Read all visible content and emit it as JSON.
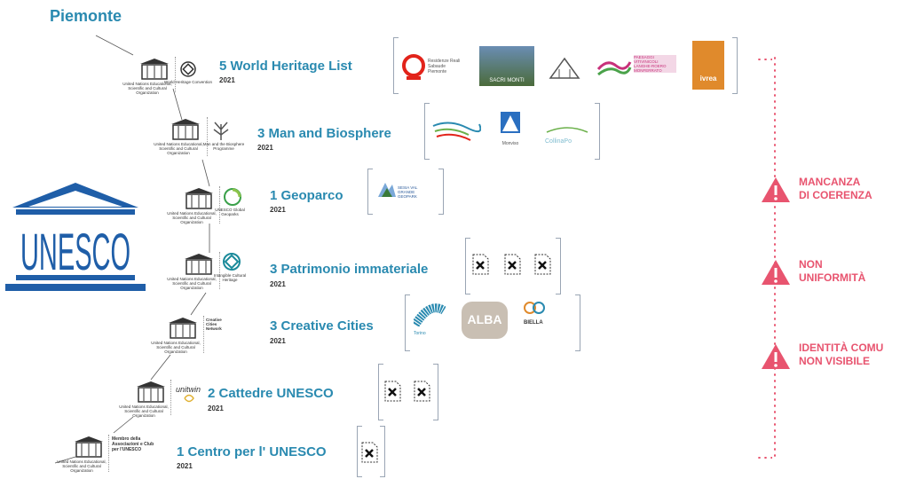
{
  "region": "Piemonte",
  "big_logo_text": "UNESCO",
  "org_caption": "United Nations Educational, Scientific and Cultural Organization",
  "categories": [
    {
      "title": "5 World Heritage List",
      "year": "2021",
      "sub": "World Heritage Convention"
    },
    {
      "title": "3 Man and Biosphere",
      "year": "2021",
      "sub": "Man and the Biosphere Programme"
    },
    {
      "title": "1 Geoparco",
      "year": "2021",
      "sub": "UNESCO Global Geoparks"
    },
    {
      "title": "3 Patrimonio immateriale",
      "year": "2021",
      "sub": "Intangible Cultural Heritage"
    },
    {
      "title": "3 Creative Cities",
      "year": "2021",
      "sub": "Creative Cities Network"
    },
    {
      "title": "2 Cattedre UNESCO",
      "year": "2021",
      "sub": "unitwin"
    },
    {
      "title": "1 Centro per l' UNESCO",
      "year": "2021",
      "sub": "Membro della Associazioni e Club per l'UNESCO"
    }
  ],
  "logo_labels": {
    "whl": [
      "Residenze Reali Sabaude Piemonte",
      "SACRI MONTI",
      "",
      "PAESAGGI VITIVINICOLI LANGHE-ROERO MONFERRATO",
      "ivrea"
    ],
    "mab": [
      "",
      "Monviso",
      "CollinaPo"
    ],
    "geo": [
      "SESIA VAL GRANDE GEOPARK"
    ],
    "cc": [
      "Torino",
      "ALBA",
      "BIELLA"
    ]
  },
  "warnings": [
    {
      "line1": "MANCANZA",
      "line2": "DI COERENZA"
    },
    {
      "line1": "NON",
      "line2": "UNIFORMITÀ"
    },
    {
      "line1": "IDENTITÀ COMU",
      "line2": "NON VISIBILE"
    }
  ],
  "colors": {
    "accent": "#2a8ab0",
    "warning": "#e8546f",
    "logo_blue": "#1f5ea8"
  }
}
